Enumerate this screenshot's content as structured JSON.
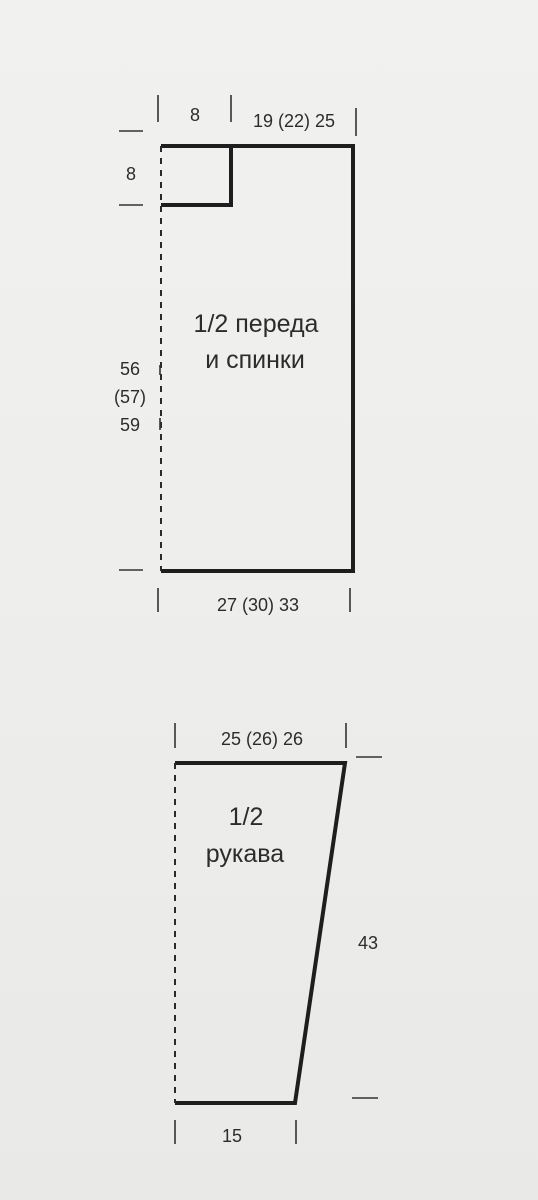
{
  "body_pattern": {
    "title_line1": "1/2 переда",
    "title_line2": "и спинки",
    "top_left_width": "8",
    "top_right_width": "19 (22) 25",
    "neck_depth": "8",
    "height_line1": "56",
    "height_line2": "(57)",
    "height_line3": "59",
    "bottom_width": "27 (30) 33"
  },
  "sleeve_pattern": {
    "title_line1": "1/2",
    "title_line2": "рукава",
    "top_width": "25 (26) 26",
    "length": "43",
    "bottom_width": "15"
  }
}
